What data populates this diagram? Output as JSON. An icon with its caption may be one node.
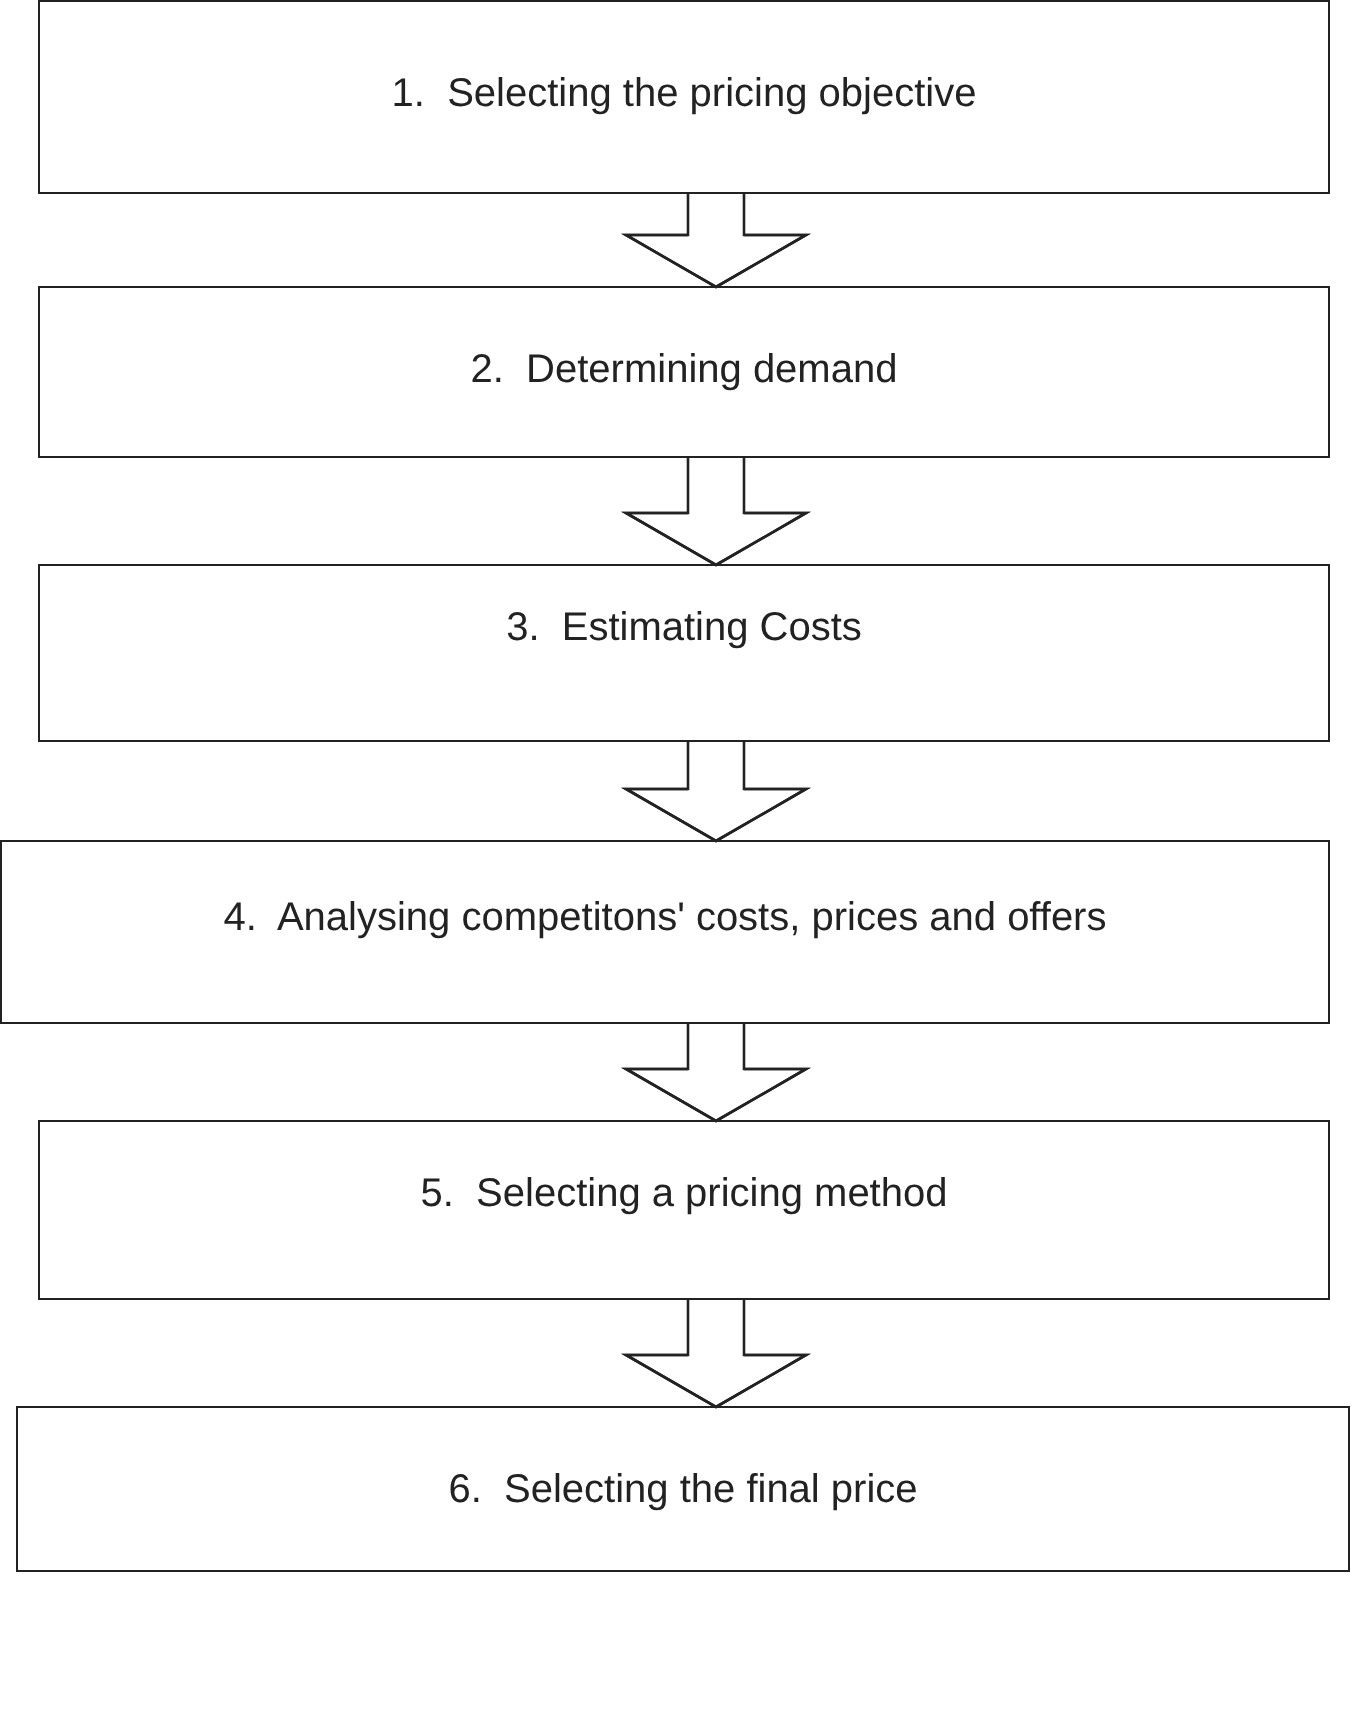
{
  "diagram": {
    "nodes": [
      {
        "text": [
          "1.  Selecting the pricing objective"
        ]
      },
      {
        "text": [
          "2.  Determining demand"
        ]
      },
      {
        "text": [
          "3.  Estimating Costs"
        ]
      },
      {
        "text": [
          "4.  Analysing competitons' costs, prices and offers"
        ]
      },
      {
        "text": [
          "5.  Selecting a pricing method"
        ]
      },
      {
        "text": [
          "6.  Selecting the final price"
        ]
      }
    ],
    "edges": [
      {
        "from": 0,
        "to": 1,
        "arrow": "to"
      },
      {
        "from": 1,
        "to": 2,
        "arrow": "to"
      },
      {
        "from": 2,
        "to": 3,
        "arrow": "to"
      },
      {
        "from": 3,
        "to": 4,
        "arrow": "to"
      },
      {
        "from": 4,
        "to": 5,
        "arrow": "to"
      }
    ]
  }
}
